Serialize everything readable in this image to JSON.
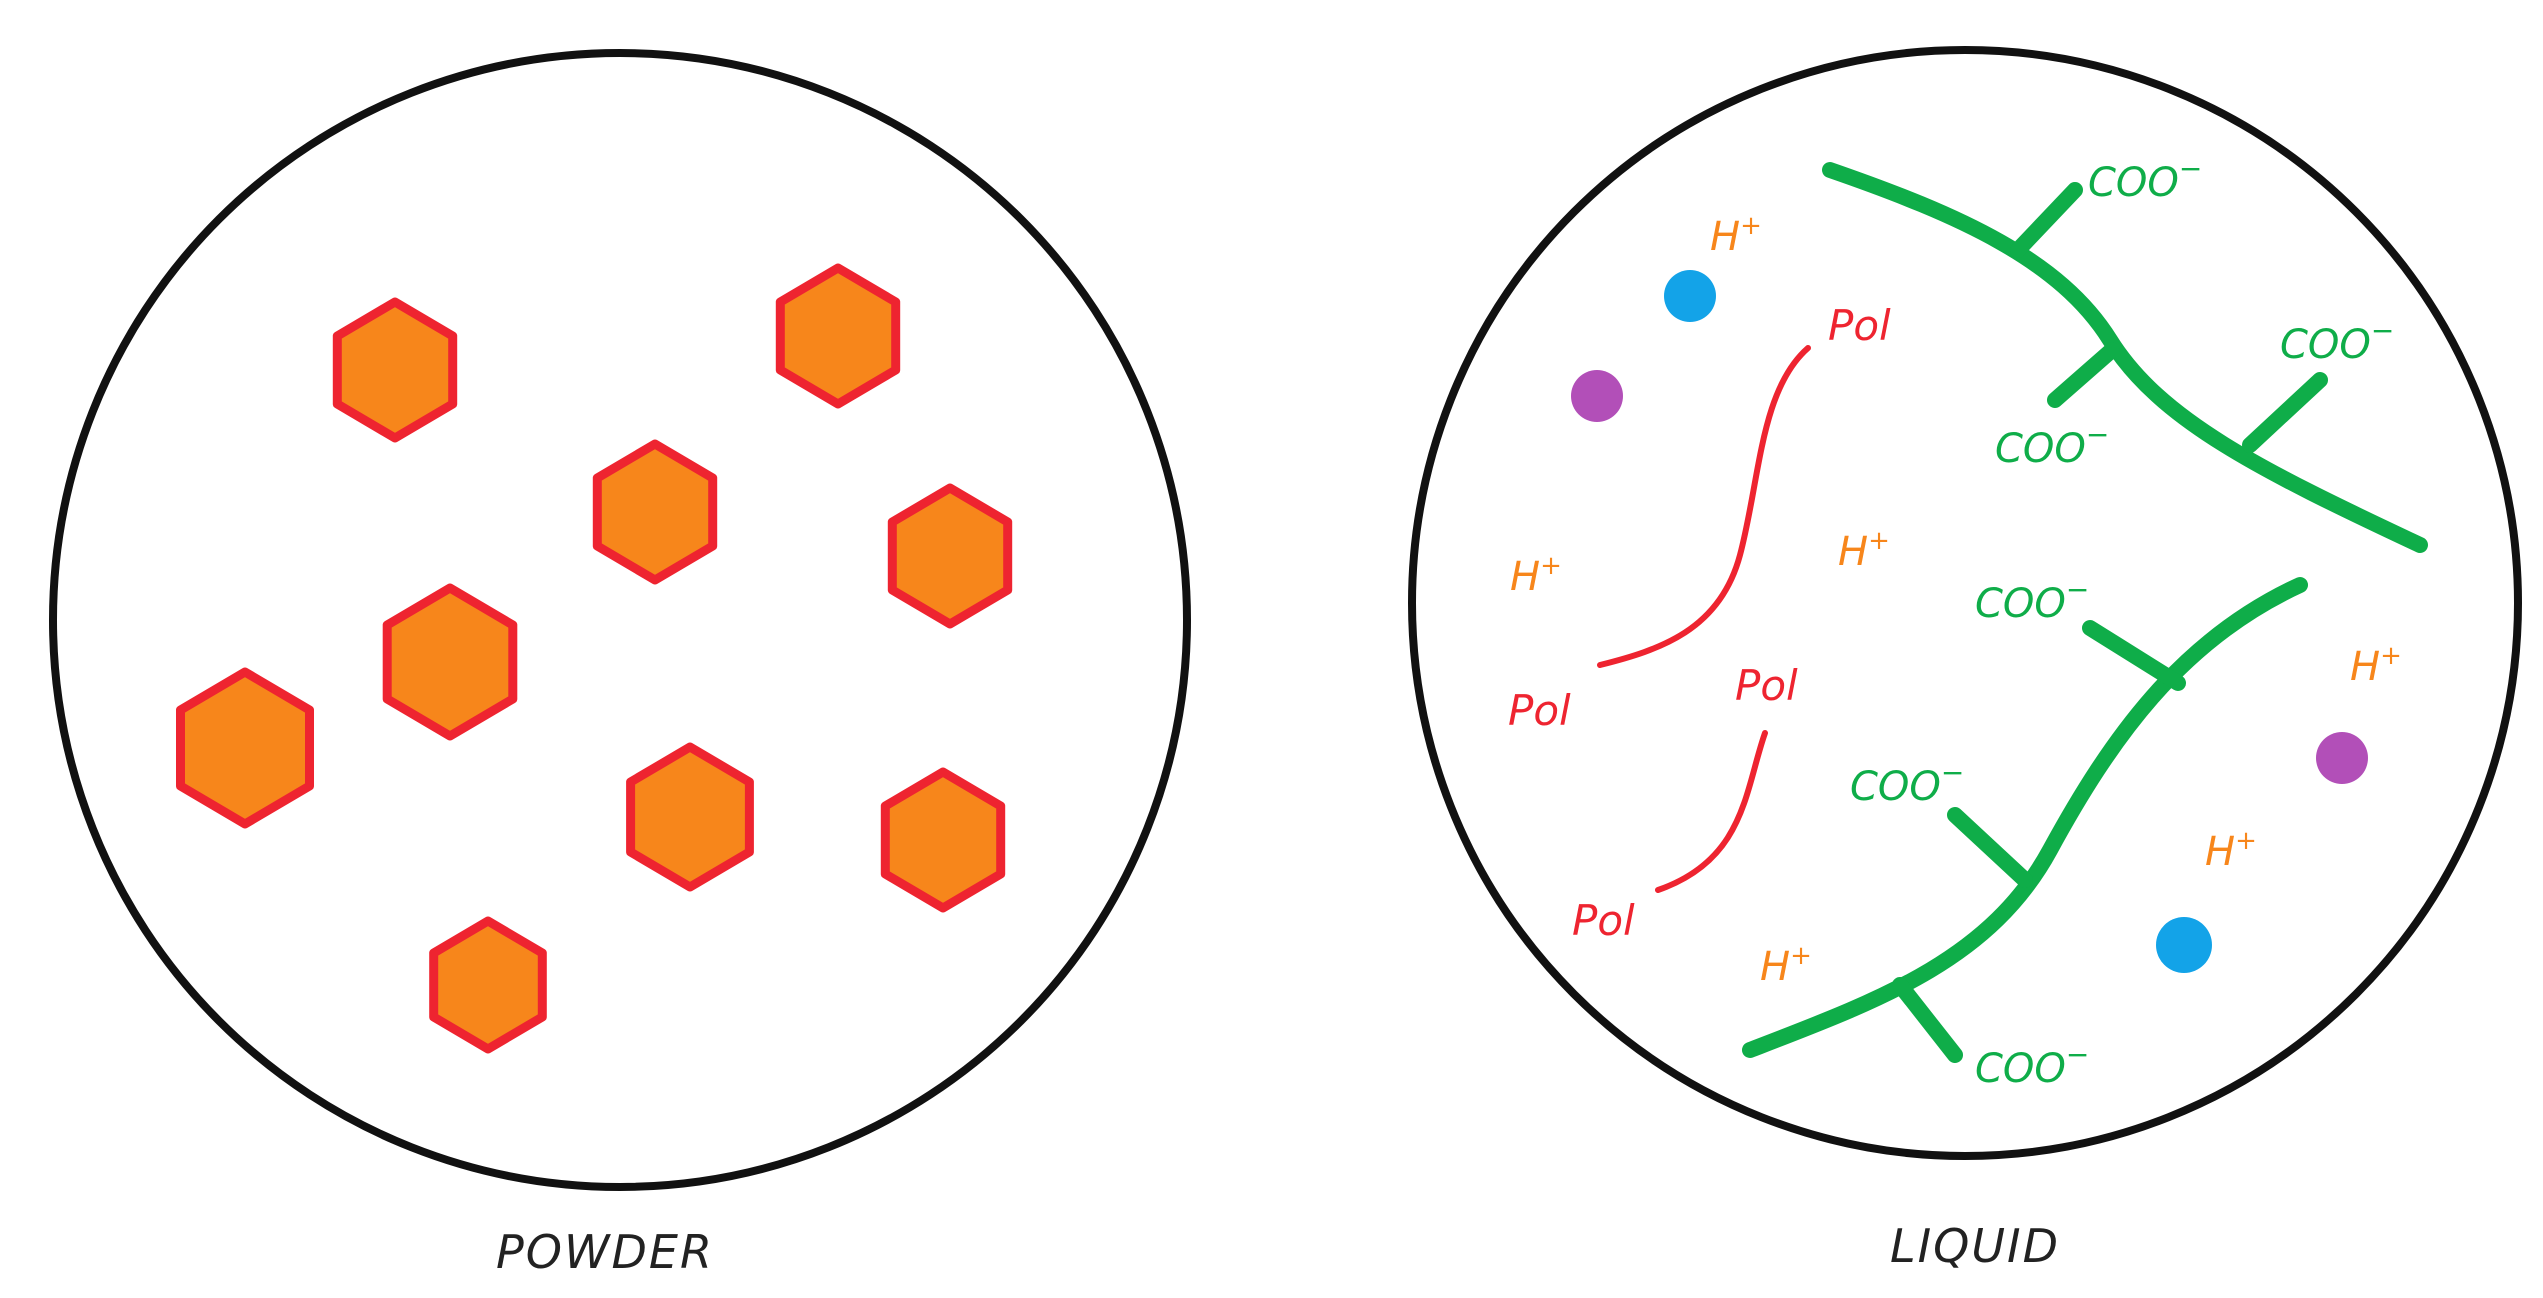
{
  "colors": {
    "outline": "#111111",
    "crystal_fill": "#f7861b",
    "crystal_stroke": "#ee2430",
    "acid_chain": "#0fad49",
    "polymer_chain": "#ee2430",
    "proton": "#f7861b",
    "ion_blue": "#13a3e8",
    "ion_purple": "#b24fb8"
  },
  "icons": {
    "crystal": "hexagon-icon",
    "ion": "circle-icon"
  },
  "panels": {
    "powder": {
      "caption": "POWDER"
    },
    "liquid": {
      "caption": "LIQUID",
      "carboxylate_label": "COO",
      "carboxylate_charge": "−",
      "proton_label": "H",
      "proton_charge": "+",
      "polymer_label": "Pol"
    }
  }
}
